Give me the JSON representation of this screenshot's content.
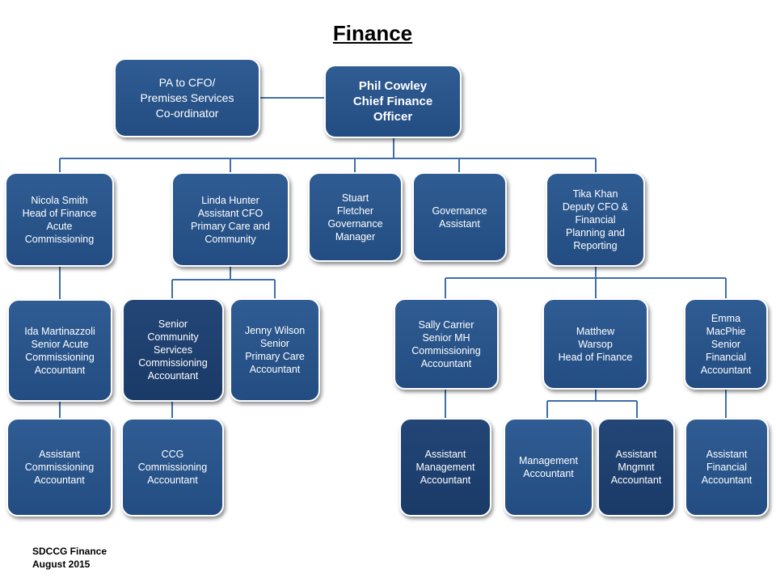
{
  "title": "Finance",
  "footer": {
    "line1": "SDCCG Finance",
    "line2": "August 2015"
  },
  "boxes": {
    "pa_cfo": "PA to  CFO/\nPremises Services\nCo-ordinator",
    "cfo": "Phil Cowley\nChief Finance\nOfficer",
    "nicola": "Nicola Smith\nHead of Finance\nAcute\nCommissioning",
    "linda": "Linda Hunter\nAssistant CFO\nPrimary Care and\nCommunity",
    "stuart": "Stuart\nFletcher\nGovernance\nManager",
    "gov_assistant": "Governance\nAssistant",
    "tika": "Tika Khan\nDeputy CFO &\nFinancial\nPlanning and\nReporting",
    "ida": "Ida Martinazzoli\nSenior Acute\nCommissioning\nAccountant",
    "senior_community": "Senior\nCommunity\nServices\nCommissioning\nAccountant",
    "jenny": "Jenny Wilson\nSenior\nPrimary Care\nAccountant",
    "sally": "Sally Carrier\nSenior MH\nCommissioning\nAccountant",
    "matthew": "Matthew\nWarsop\nHead of Finance",
    "emma": "Emma\nMacPhie\nSenior\nFinancial\nAccountant",
    "asst_commissioning": "Assistant\nCommissioning\nAccountant",
    "ccg_commissioning": "CCG\nCommissioning\nAccountant",
    "asst_management": "Assistant\nManagement\nAccountant",
    "management": "Management\nAccountant",
    "asst_mngmnt": "Assistant\nMngmnt\nAccountant",
    "asst_financial": "Assistant\nFinancial\nAccountant"
  },
  "colors": {
    "box_fill": "#2a5590",
    "box_fill_dark": "#1f4374",
    "connector": "#3f6fa6"
  }
}
